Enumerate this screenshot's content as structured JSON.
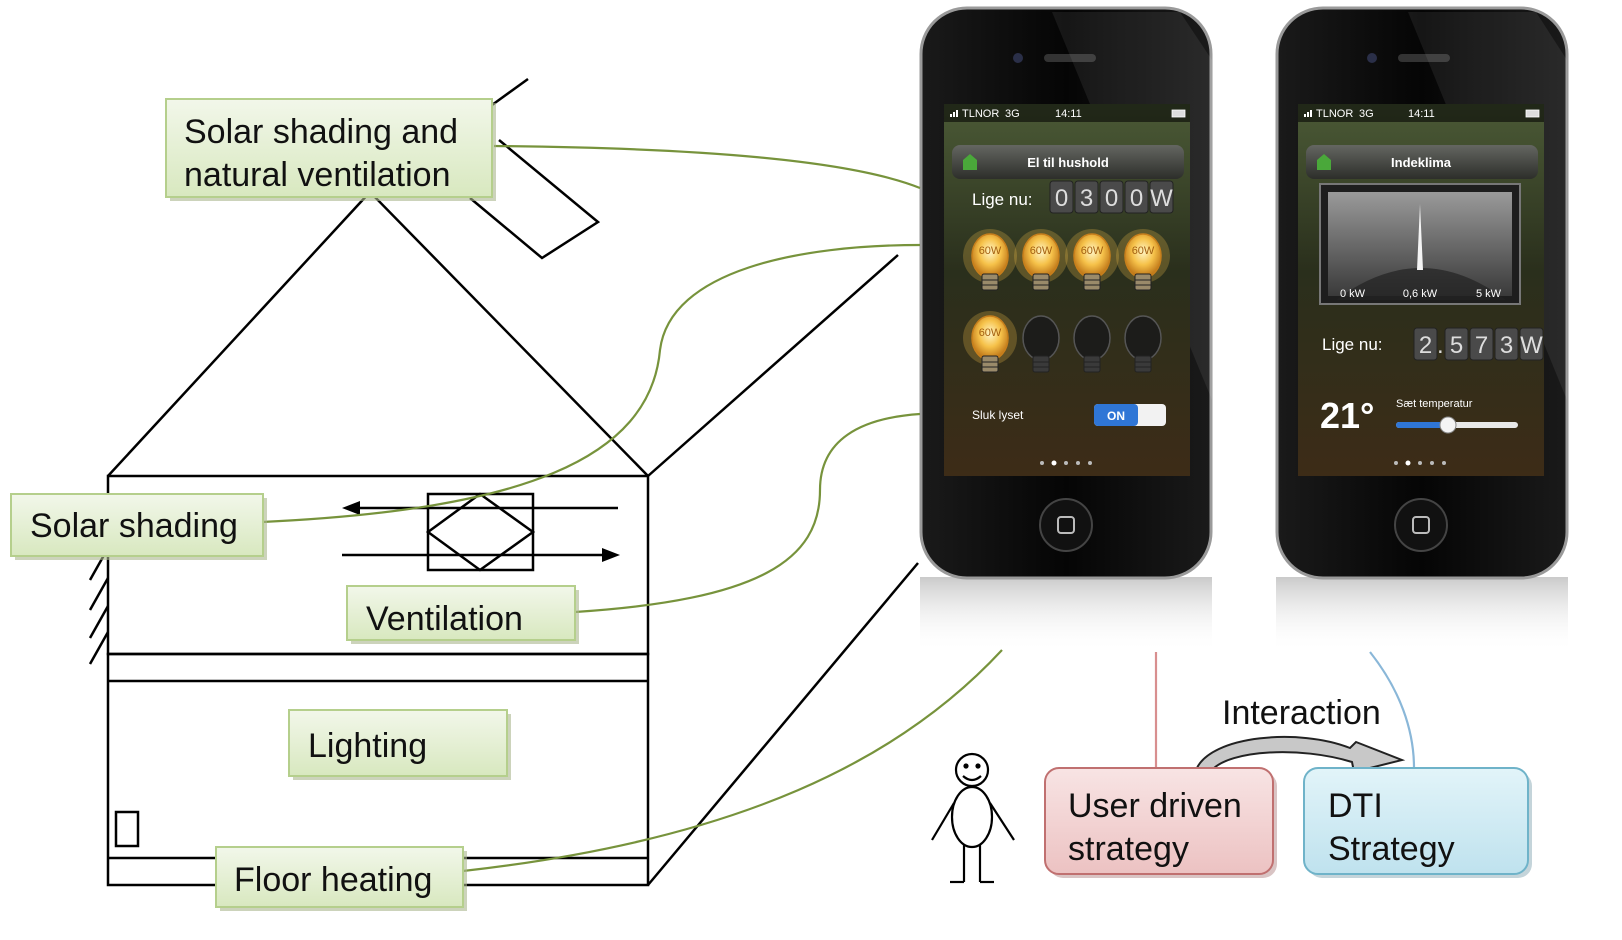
{
  "labels": {
    "solar_natural_line1": "Solar shading and",
    "solar_natural_line2": "natural ventilation",
    "solar_shading": "Solar shading",
    "ventilation": "Ventilation",
    "lighting": "Lighting",
    "floor_heating": "Floor heating",
    "interaction": "Interaction",
    "user_strategy_line1": "User driven",
    "user_strategy_line2": "strategy",
    "dti_strategy_line1": "DTI",
    "dti_strategy_line2": "Strategy"
  },
  "phone1": {
    "carrier": "TLNOR",
    "network": "3G",
    "time": "14:11",
    "title": "El til hushold",
    "now_label": "Lige nu:",
    "digits": [
      "0",
      "3",
      "0",
      "0",
      "W"
    ],
    "bulbs_on": 5,
    "bulbs_total": 8,
    "bulb_label": "60W",
    "switch_label": "Sluk lyset",
    "toggle_label": "ON",
    "toggle_on": true
  },
  "phone2": {
    "carrier": "TLNOR",
    "network": "3G",
    "time": "14:11",
    "title": "Indeklima",
    "gauge_min": "0 kW",
    "gauge_mid": "0,6 kW",
    "gauge_max": "5 kW",
    "now_label": "Lige nu:",
    "digits": [
      "2",
      ".",
      "5",
      "7",
      "3",
      "W"
    ],
    "temperature": "21°",
    "temp_label": "Sæt temperatur"
  },
  "colors": {
    "green_line": "#77933c",
    "label_fill": "#e4efd4",
    "label_border": "#b5cf8c",
    "user_box": "#f3d3d3",
    "user_border": "#c07070",
    "dti_box": "#d3ecf3",
    "dti_border": "#6fb3c9"
  }
}
